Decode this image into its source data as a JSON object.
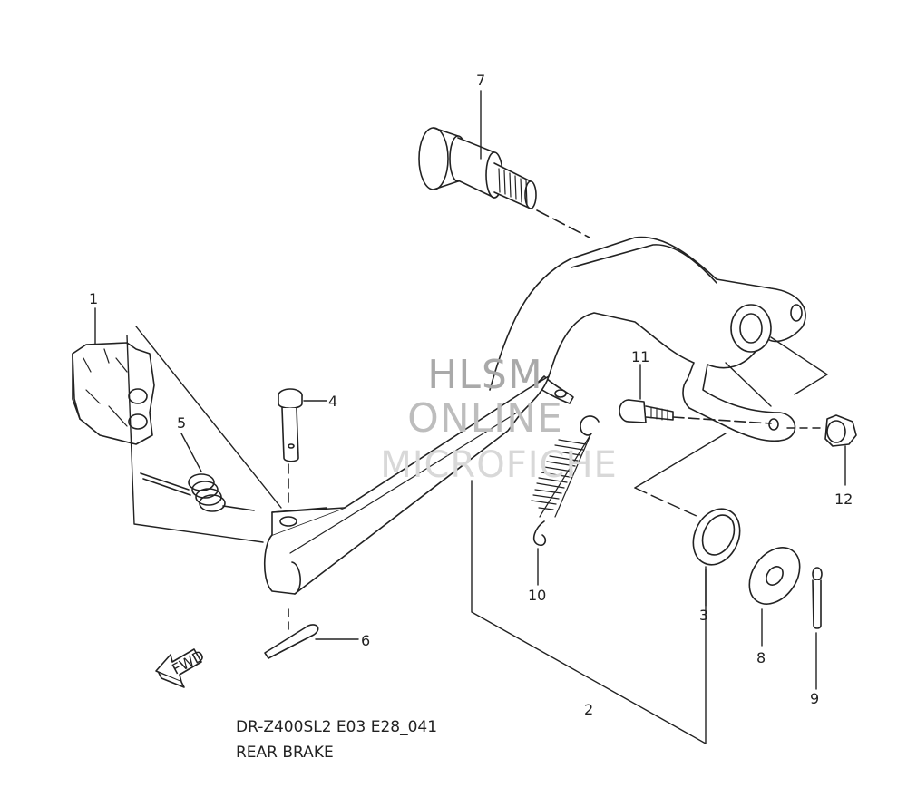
{
  "watermark": {
    "line1": "HLSM",
    "line2": "ONLINE",
    "line3": "MICROFICHE"
  },
  "caption": {
    "model_code": "DR-Z400SL2 E03 E28_041",
    "section_title": "REAR BRAKE"
  },
  "fwd_label": "FWD",
  "callouts": {
    "c1": "1",
    "c2": "2",
    "c3": "3",
    "c4": "4",
    "c5": "5",
    "c6": "6",
    "c7": "7",
    "c8": "8",
    "c9": "9",
    "c10": "10",
    "c11": "11",
    "c12": "12"
  },
  "colors": {
    "line": "#222222",
    "watermark": "#b8b8b8",
    "background": "#ffffff"
  }
}
